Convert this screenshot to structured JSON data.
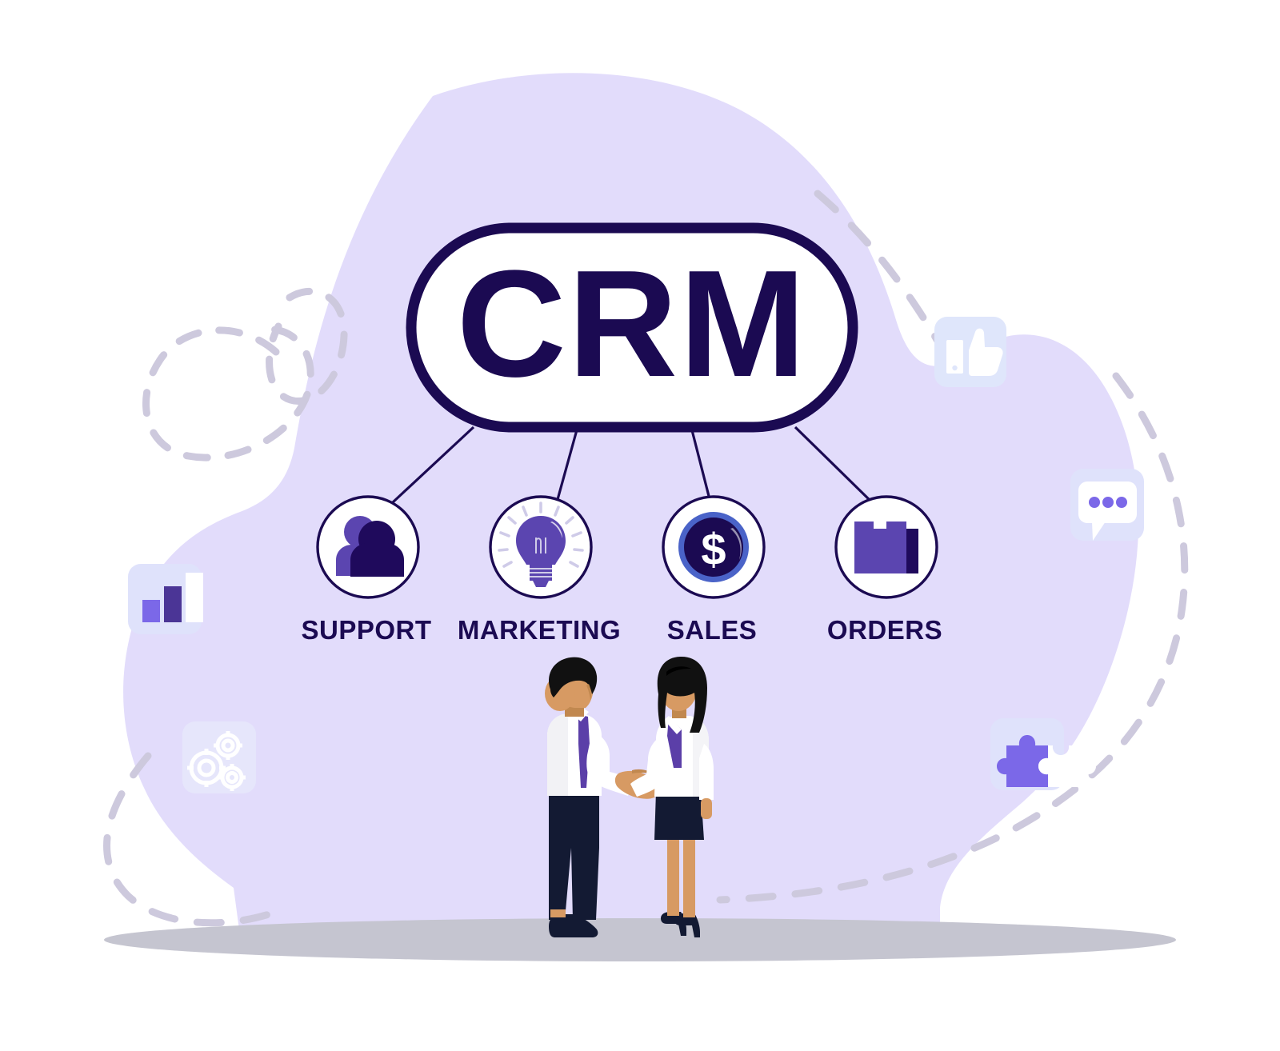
{
  "illustration": {
    "title": "CRM",
    "central_node": {
      "label": "CRM",
      "shape": "rounded-pill",
      "fill": "#ffffff",
      "border_color": "#1b0a52"
    },
    "branches": [
      {
        "label": "SUPPORT",
        "icon": "people-icon",
        "icon_primary": "#1f0a5c",
        "icon_secondary": "#5b45b0"
      },
      {
        "label": "MARKETING",
        "icon": "lightbulb-icon",
        "icon_primary": "#5b45b0",
        "icon_secondary": "#cfcbe8"
      },
      {
        "label": "SALES",
        "icon": "dollar-coin-icon",
        "icon_primary": "#1b0a52",
        "icon_secondary": "#4a63c8"
      },
      {
        "label": "ORDERS",
        "icon": "package-box-icon",
        "icon_primary": "#5b45b0",
        "icon_secondary": "#1f0a5c"
      }
    ],
    "decorative_badges": [
      {
        "name": "bar-chart-icon",
        "position": "left-upper"
      },
      {
        "name": "gears-icon",
        "position": "left-lower"
      },
      {
        "name": "thumbs-up-icon",
        "position": "right-upper"
      },
      {
        "name": "chat-bubble-icon",
        "position": "right-middle"
      },
      {
        "name": "puzzle-piece-icon",
        "position": "right-lower"
      }
    ],
    "scene": {
      "description": "Two business people shaking hands",
      "person_left": "businessman-figure",
      "person_right": "businesswoman-figure"
    },
    "colors": {
      "background": "#ffffff",
      "blob": "#e2dcfb",
      "navy": "#1b0a52",
      "purple": "#5b45b0",
      "light_purple": "#7b68e8",
      "dashed_line": "#cdc9dd",
      "ground_shadow": "#c5c5d0",
      "badge_bg": "#dfe2fb",
      "skin": "#d79a63",
      "shirt": "#ffffff",
      "trousers": "#131a33"
    }
  }
}
